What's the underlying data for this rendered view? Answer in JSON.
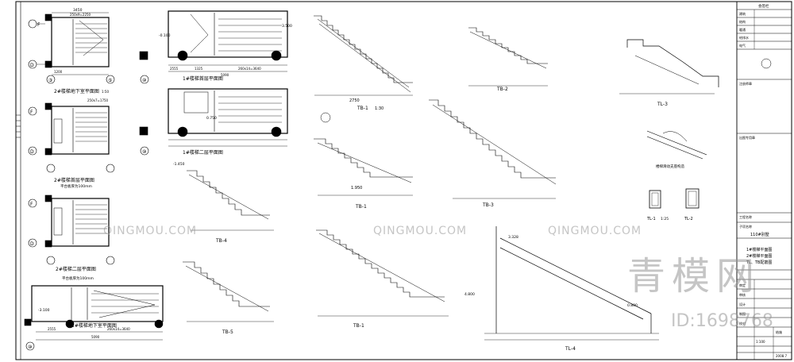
{
  "plans": {
    "p1": "2#楼梯地下室平面图",
    "p2": "2#楼梯首层平面图",
    "p3": "2#楼梯二层平面图",
    "p4": "1#楼梯地下室平面图",
    "p5": "1#楼梯首层平面图",
    "p6": "1#楼梯二层平面图",
    "scale": "1:50",
    "note": "平台板厚为100mm"
  },
  "sections": {
    "tb1a": "TB-1",
    "tb1b": "TB-1",
    "tb2": "TB-2",
    "tb3": "TB-3",
    "tb4": "TB-4",
    "tb5": "TB-5",
    "scale": "1:30"
  },
  "details": {
    "tl1": "TL-1",
    "tl2": "TL-2",
    "tl3": "TL-3",
    "tl4": "TL-4",
    "scale": "1:25",
    "bearing": "楼梯滑动支座构造"
  },
  "dims": {
    "d5090": "5090",
    "d2555": "2555",
    "d1325": "1325",
    "d1200": "1200",
    "d3640": "260x14=3640",
    "d2250": "250x9=2250",
    "d1750": "250x7=1750",
    "d3500": "3.500",
    "dm0100": "-0.100",
    "d0750": "0.750",
    "d3100": "-3.100",
    "d1950": "1.950",
    "d3328": "3.328",
    "d4800": "4.800",
    "d0800": "0.800",
    "d1450": "-1.450",
    "d2750": "2750",
    "d3450": "3450"
  },
  "title_block": {
    "r1": "会签栏",
    "r2": "建筑",
    "r3": "结构",
    "r4": "暖通",
    "r5": "给排水",
    "r6": "电气",
    "stamp": "注册师章",
    "seal": "出图专用章",
    "project_label": "工程名称",
    "sub_label": "子项名称",
    "sub_value": "110#别墅",
    "drawing_l1": "1#楼梯平面图",
    "drawing_l2": "2#楼梯平面图",
    "drawing_l3": "TL、TB配筋图",
    "roles": [
      "审定",
      "审核",
      "设计",
      "制图",
      "校对"
    ],
    "scale_value": "1:100",
    "sheet_no": "结施",
    "date": "2008.7"
  },
  "watermarks": {
    "brand": "QINGMOU.COM",
    "id": "ID:1698768"
  }
}
